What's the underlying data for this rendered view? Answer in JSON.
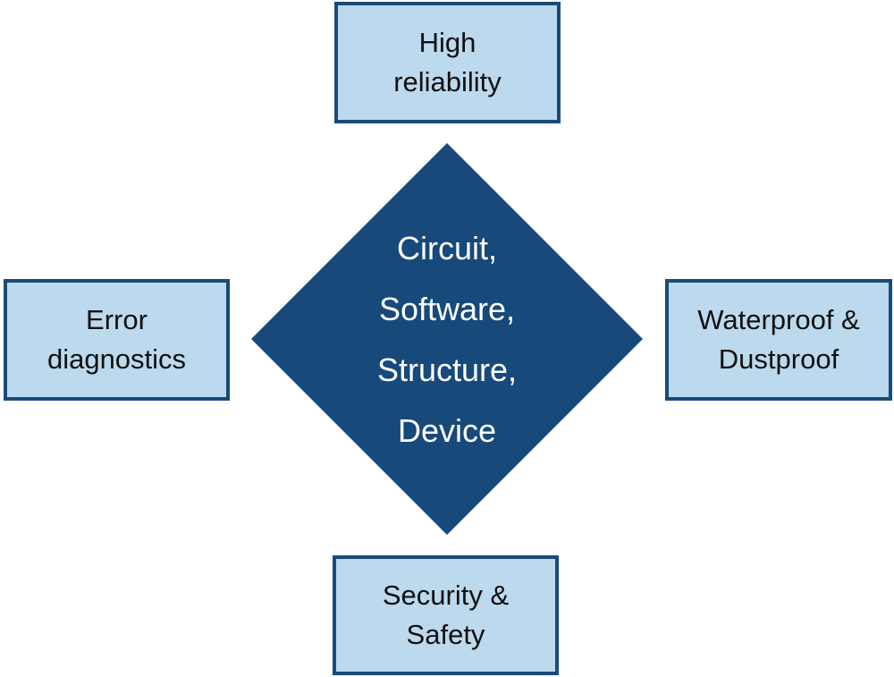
{
  "center": {
    "lines": [
      "Circuit,",
      "Software,",
      "Structure,",
      "Device"
    ],
    "fill": "#17497a"
  },
  "boxes": {
    "top": {
      "lines": [
        "High",
        "reliability"
      ]
    },
    "left": {
      "lines": [
        "Error",
        "diagnostics"
      ]
    },
    "right": {
      "lines": [
        "Waterproof &",
        "Dustproof"
      ]
    },
    "bottom": {
      "lines": [
        "Security &",
        "Safety"
      ]
    }
  },
  "colors": {
    "box_fill": "#bcd9ee",
    "box_border": "#1a4a7a",
    "center_fill": "#17497a"
  }
}
